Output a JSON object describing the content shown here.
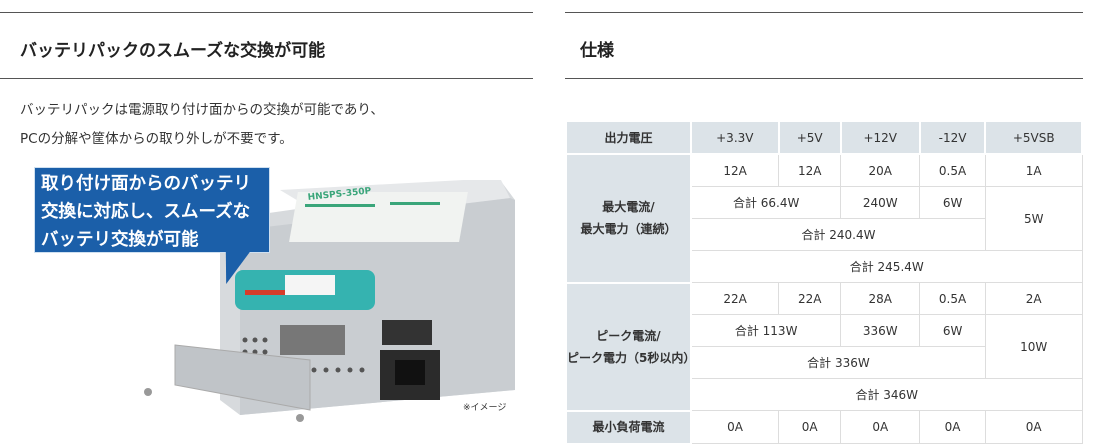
{
  "left": {
    "title": "バッテリパックのスムーズな交換が可能",
    "text": [
      "バッテリパックは電源取り付け面からの交換が可能であり、",
      "PCの分解や筐体からの取り外しが不要です。"
    ],
    "callout": [
      "取り付け面からのバッテリ",
      "交換に対応し、スムーズな",
      "バッテリ交換が可能"
    ],
    "image_note": "※イメージ",
    "label_text": "HNSPS-350P"
  },
  "right": {
    "title": "仕様"
  },
  "table": {
    "headers": [
      "出力電圧",
      "+3.3V",
      "+5V",
      "+12V",
      "-12V",
      "+5VSB"
    ],
    "max": {
      "label1": "最大電流/",
      "label2": "最大電力（連続）",
      "currents": [
        "12A",
        "12A",
        "20A",
        "0.5A",
        "1A"
      ],
      "sum33_5": "合計 66.4W",
      "w12": "240W",
      "wm12": "6W",
      "w5vsb": "5W",
      "sum_main": "合計 240.4W",
      "total": "合計 245.4W"
    },
    "peak": {
      "label1": "ピーク電流/",
      "label2": "ピーク電力（5秒以内）",
      "currents": [
        "22A",
        "22A",
        "28A",
        "0.5A",
        "2A"
      ],
      "sum33_5": "合計 113W",
      "w12": "336W",
      "wm12": "6W",
      "w5vsb": "10W",
      "sum_main": "合計 336W",
      "total": "合計 346W"
    },
    "min": {
      "label": "最小負荷電流",
      "values": [
        "0A",
        "0A",
        "0A",
        "0A",
        "0A"
      ]
    }
  }
}
